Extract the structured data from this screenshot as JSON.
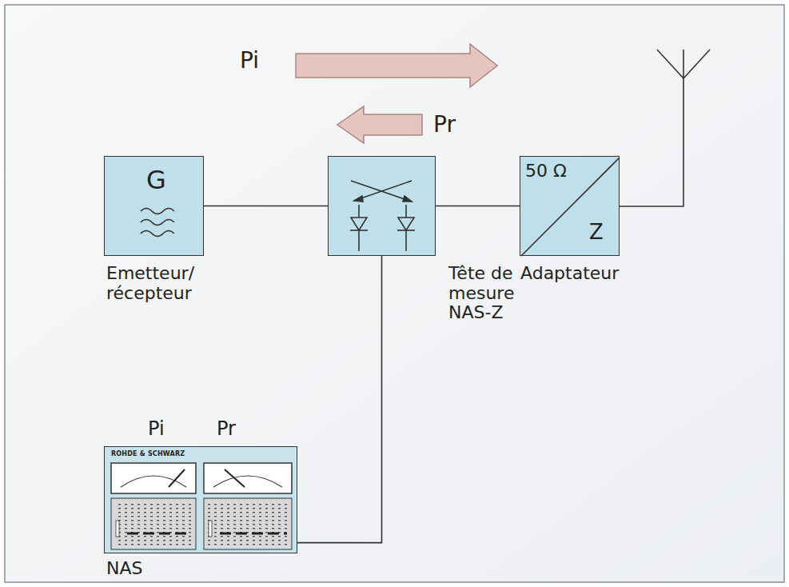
{
  "diagram": {
    "nodes": [
      {
        "text": [
          "G",
          "Emetteur/ récepteur"
        ]
      },
      {
        "text": [
          "Tête de mesure NAS-Z"
        ]
      },
      {
        "text": [
          "50 Ω",
          "Z",
          "Adaptateur"
        ]
      },
      {
        "text": [
          "Pi",
          "Pr",
          "ROHDE & SCHWARZ",
          "NAS"
        ]
      }
    ],
    "edges": [
      {
        "from": 0,
        "to": 1,
        "arrow": "none"
      },
      {
        "from": 1,
        "to": 2,
        "arrow": "none"
      },
      {
        "from": 1,
        "to": 3,
        "arrow": "none"
      }
    ],
    "labels": [
      "Pi",
      "Pr"
    ]
  }
}
